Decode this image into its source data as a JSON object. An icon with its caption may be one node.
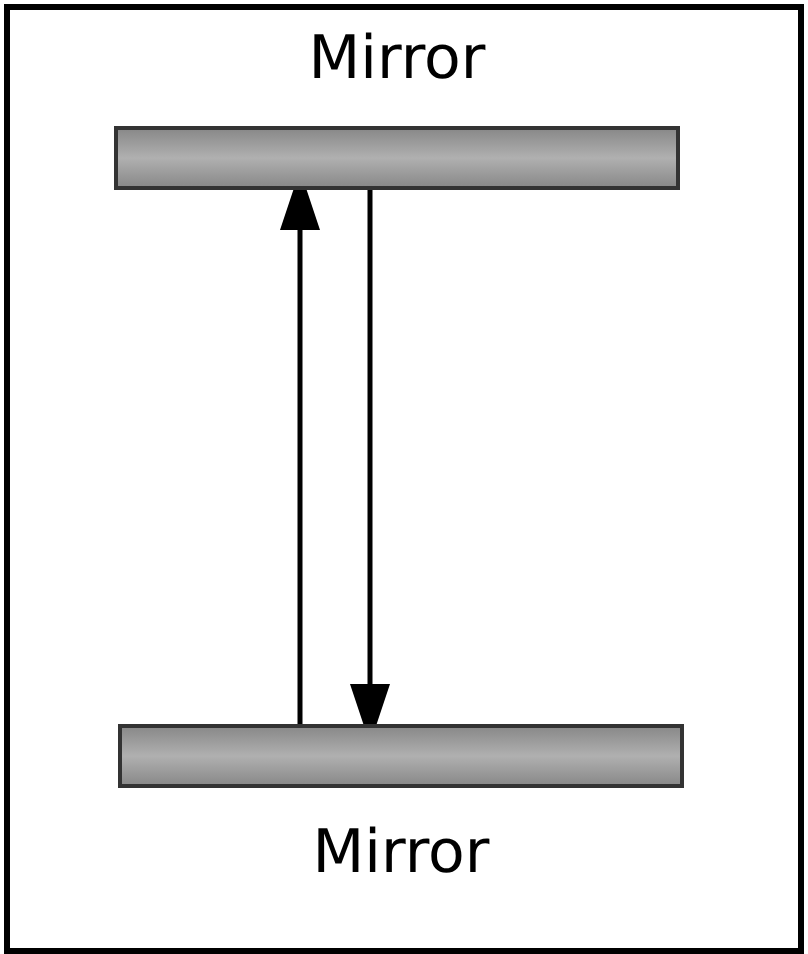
{
  "diagram": {
    "nodes": [
      {
        "text": [
          "Mirror"
        ]
      },
      {
        "text": [
          "Mirror"
        ]
      }
    ],
    "edges": [
      {
        "from": 1,
        "to": 0,
        "arrow": "to"
      },
      {
        "from": 0,
        "to": 1,
        "arrow": "to"
      }
    ]
  }
}
